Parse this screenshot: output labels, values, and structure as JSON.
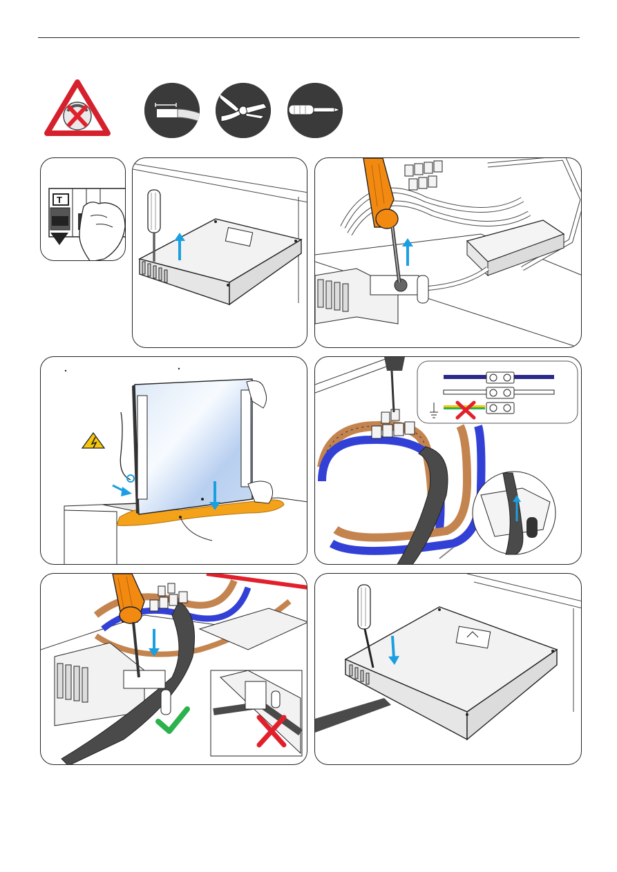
{
  "header": {},
  "warning_icon": {
    "name": "no-power-warning-icon",
    "color": "#d5202d"
  },
  "tools": [
    {
      "name": "wire-stripper-icon"
    },
    {
      "name": "pliers-icon"
    },
    {
      "name": "screwdriver-icon"
    }
  ],
  "steps": [
    {
      "id": "step-1-switch-off-breaker",
      "breaker_label": "T"
    },
    {
      "id": "step-2-unscrew-cover"
    },
    {
      "id": "step-3-unscrew-cable-clamp"
    },
    {
      "id": "step-4-position-mirror"
    },
    {
      "id": "step-5-connect-wires"
    },
    {
      "id": "step-6-tighten-cable-clamp"
    },
    {
      "id": "step-7-refit-cover"
    }
  ],
  "colors": {
    "accent_arrow": "#1a9fe0",
    "wrong": "#e2202b",
    "correct": "#2bb24c",
    "live_wire": "#c4844f",
    "neutral_wire": "#3340d6",
    "sealant": "#f5a21b",
    "screwdriver_handle": "#f28a12"
  }
}
